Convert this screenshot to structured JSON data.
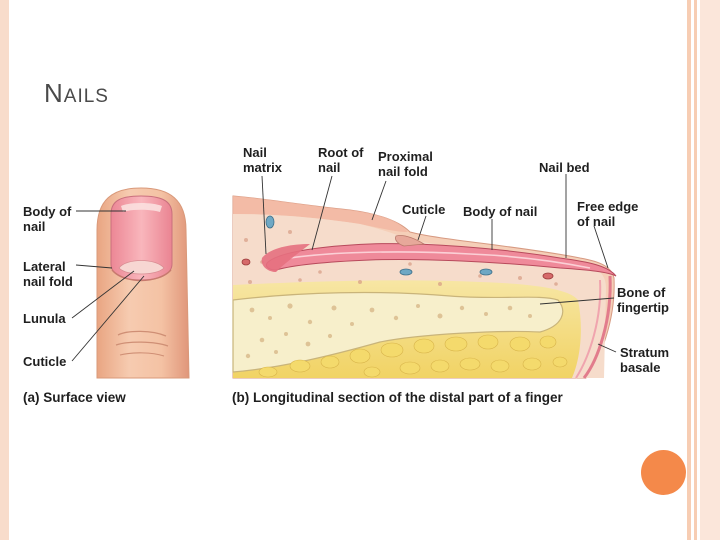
{
  "slide": {
    "title_first": "N",
    "title_rest": "AILS"
  },
  "surface_view": {
    "labels": {
      "body_of_nail_1": "Body of",
      "body_of_nail_2": "nail",
      "lateral_nail_fold_1": "Lateral",
      "lateral_nail_fold_2": "nail fold",
      "lunula": "Lunula",
      "cuticle": "Cuticle"
    },
    "caption": "(a) Surface view"
  },
  "section_view": {
    "labels": {
      "nail_matrix_1": "Nail",
      "nail_matrix_2": "matrix",
      "root_of_nail_1": "Root of",
      "root_of_nail_2": "nail",
      "proximal_nail_fold_1": "Proximal",
      "proximal_nail_fold_2": "nail fold",
      "nail_bed": "Nail bed",
      "cuticle": "Cuticle",
      "body_of_nail": "Body of nail",
      "free_edge_1": "Free edge",
      "free_edge_2": "of nail",
      "bone_of_fingertip_1": "Bone of",
      "bone_of_fingertip_2": "fingertip",
      "stratum_basale_1": "Stratum",
      "stratum_basale_2": "basale"
    },
    "caption": "(b) Longitudinal section of the distal part of a finger"
  },
  "colors": {
    "accent": "#f4894a",
    "frame": "#f7cdb3",
    "skin": "#f4c4a4",
    "nail": "#f08f9c",
    "fat": "#f3d76c",
    "bone": "#f6ecc0"
  }
}
